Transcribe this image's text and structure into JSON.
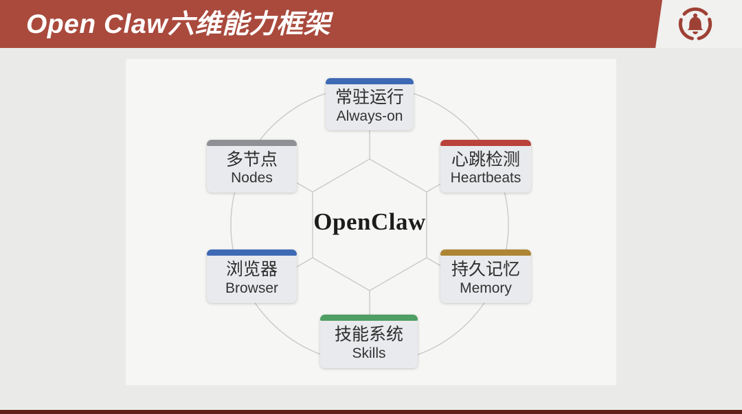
{
  "header": {
    "title": "Open Claw六维能力框架",
    "bar_color": "#a94a3d",
    "logo_color": "#9e4135",
    "logo_icon": "bell-badge"
  },
  "diagram": {
    "center_label": "OpenClaw",
    "line_color": "#c9c9c6",
    "nodes": [
      {
        "zh": "常驻运行",
        "en": "Always-on",
        "accent": "#3e69b5",
        "position": "top"
      },
      {
        "zh": "心跳检测",
        "en": "Heartbeats",
        "accent": "#b9423a",
        "position": "top-right"
      },
      {
        "zh": "持久记忆",
        "en": "Memory",
        "accent": "#ad8534",
        "position": "bottom-right"
      },
      {
        "zh": "技能系统",
        "en": "Skills",
        "accent": "#4f9e62",
        "position": "bottom"
      },
      {
        "zh": "浏览器",
        "en": "Browser",
        "accent": "#3e69b5",
        "position": "bottom-left"
      },
      {
        "zh": "多节点",
        "en": "Nodes",
        "accent": "#8e9095",
        "position": "top-left"
      }
    ]
  }
}
